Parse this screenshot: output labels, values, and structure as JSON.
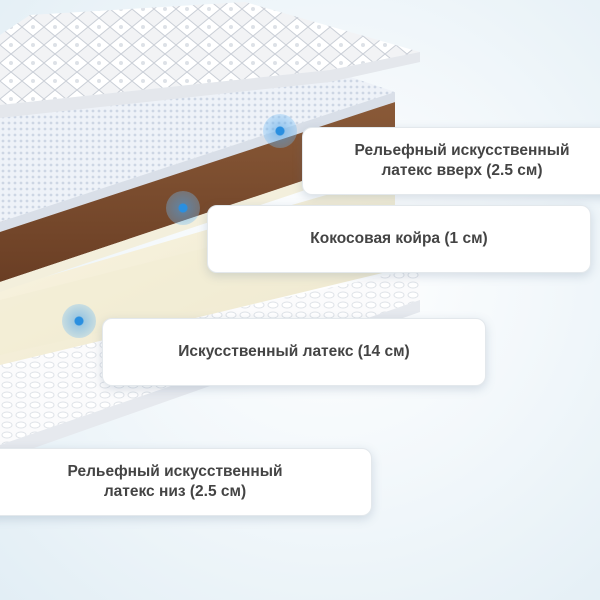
{
  "layers": [
    {
      "id": "top",
      "label": "Рельефный искусственный\nлатекс вверх (2.5 см)"
    },
    {
      "id": "coir",
      "label": "Кокосовая койра (1 см)"
    },
    {
      "id": "latex",
      "label": "Искусственный латекс (14 см)"
    },
    {
      "id": "bottom",
      "label": "Рельефный искусственный\nлатекс низ (2.5 см)"
    }
  ],
  "colors": {
    "coir": "#7a4a2c",
    "latex": "#f4eed6",
    "marker": "#2a8fe0"
  },
  "icons": [
    "quilted-cover-image",
    "mattress-layers-image",
    "marker-dot-icon"
  ]
}
